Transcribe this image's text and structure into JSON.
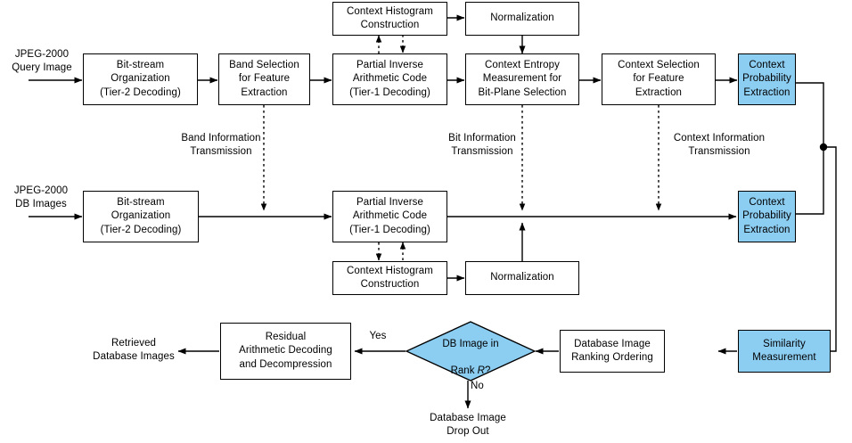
{
  "diagram": {
    "title": "JPEG-2000 Compressed-Domain Image Retrieval Flowchart",
    "accent_blue": "#8CCDF2",
    "line_color": "#000000",
    "background": "#ffffff"
  },
  "inputs": {
    "query_image": "JPEG-2000\nQuery Image",
    "db_images": "JPEG-2000\nDB Images",
    "retrieved": "Retrieved\nDatabase Images",
    "drop_out": "Database Image\nDrop Out"
  },
  "top_row": {
    "bitstream": "Bit-stream\nOrganization\n(Tier-2 Decoding)",
    "band_selection": "Band Selection\nfor Feature\nExtraction",
    "partial_inverse": "Partial Inverse\nArithmetic Code\n(Tier-1 Decoding)",
    "context_entropy": "Context Entropy\nMeasurement for\nBit-Plane Selection",
    "context_selection": "Context Selection\nfor Feature\nExtraction",
    "context_probability": "Context\nProbability\nExtraction",
    "histogram": "Context Histogram\nConstruction",
    "normalization": "Normalization"
  },
  "bottom_row": {
    "bitstream": "Bit-stream\nOrganization\n(Tier-2 Decoding)",
    "partial_inverse": "Partial Inverse\nArithmetic Code\n(Tier-1 Decoding)",
    "context_probability": "Context\nProbability\nExtraction",
    "histogram": "Context Histogram\nConstruction",
    "normalization": "Normalization"
  },
  "transmission_labels": {
    "band": "Band Information\nTransmission",
    "bit": "Bit Information\nTransmission",
    "context": "Context Information\nTransmission"
  },
  "retrieval_row": {
    "residual": "Residual\nArithmetic Decoding\nand Decompression",
    "decision_line1": "DB Image in",
    "decision_line2_prefix": "Rank ",
    "decision_line2_var": "R",
    "decision_line2_suffix": "?",
    "ranking": "Database Image\nRanking Ordering",
    "similarity": "Similarity\nMeasurement",
    "yes_label": "Yes",
    "no_label": "No"
  }
}
